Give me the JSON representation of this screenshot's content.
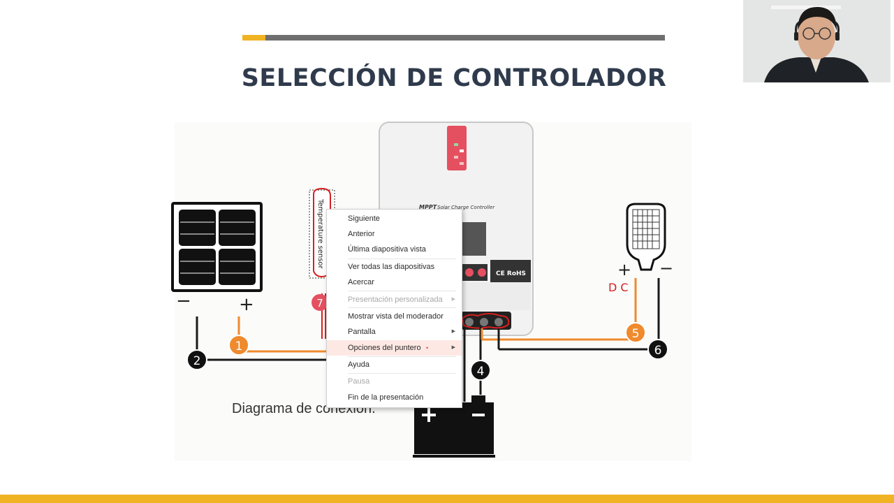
{
  "slide": {
    "title": "SELECCIÓN DE CONTROLADOR",
    "caption": "Diagrama de conexión.",
    "accent_color": "#f0b323",
    "title_color": "#2f3b4c"
  },
  "diagram": {
    "temperature_sensor_label": "Temperature sensor",
    "controller_brand": "MPPT",
    "controller_title": "Solar Charge Controller",
    "certification": "CE RoHS",
    "handwriting": "D C",
    "terminal_numbers": [
      "1",
      "2",
      "4",
      "5",
      "6",
      "7"
    ],
    "polarity": {
      "minus": "−",
      "plus": "+"
    },
    "colors": {
      "wire_orange": "#ef8a2d",
      "wire_black": "#1a1a1a",
      "sensor_red": "#e55060",
      "annotation_red": "#d42020"
    }
  },
  "context_menu": {
    "items": [
      {
        "label": "Siguiente",
        "disabled": false
      },
      {
        "label": "Anterior",
        "disabled": false
      },
      {
        "label": "Última diapositiva vista",
        "disabled": false
      },
      {
        "label": "Ver todas las diapositivas",
        "disabled": false
      },
      {
        "label": "Acercar",
        "disabled": false
      },
      {
        "label": "Presentación personalizada",
        "disabled": true,
        "submenu": true
      },
      {
        "label": "Mostrar vista del moderador",
        "disabled": false
      },
      {
        "label": "Pantalla",
        "disabled": false,
        "submenu": true
      },
      {
        "label": "Opciones del puntero",
        "disabled": false,
        "submenu": true,
        "highlighted": true
      },
      {
        "label": "Ayuda",
        "disabled": false
      },
      {
        "label": "Pausa",
        "disabled": true
      },
      {
        "label": "Fin de la presentación",
        "disabled": false
      }
    ],
    "submenu_arrow": "▶",
    "pointer_dot": "•"
  }
}
